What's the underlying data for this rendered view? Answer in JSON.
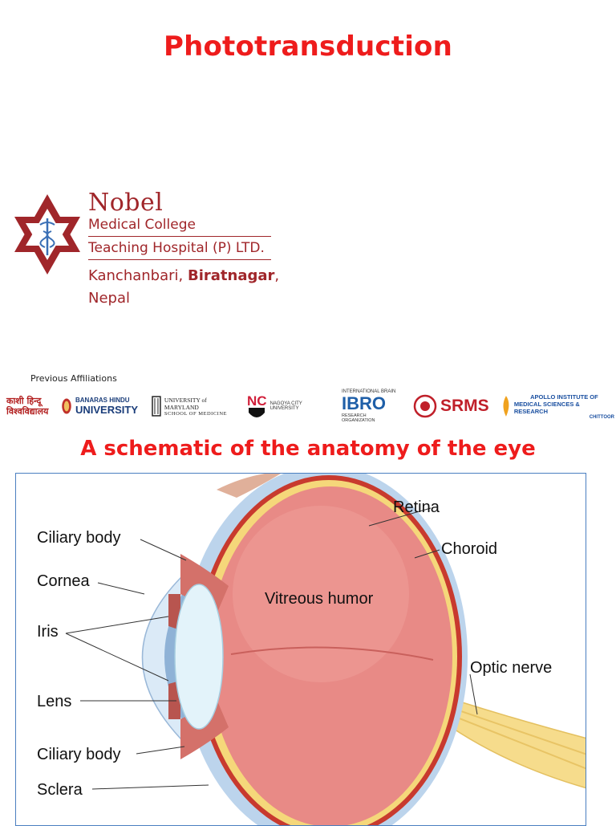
{
  "slide": {
    "title": "Phototransduction",
    "subtitle": "A schematic of the anatomy of the eye"
  },
  "logo": {
    "org_name": "Nobel",
    "line1": "Medical College",
    "line2": "Teaching Hospital (P) LTD.",
    "location_part1": "Kanchanbari, ",
    "location_city": "Biratnagar",
    "location_part2": ",",
    "location_country": "Nepal",
    "icon": "star-caduceus-logo",
    "color": "#a0262a"
  },
  "affiliations": {
    "label": "Previous Affiliations",
    "items": [
      {
        "name": "kashi-hindu",
        "text1": "काशी हिन्दू",
        "text2": "विश्वविद्यालय"
      },
      {
        "name": "banaras-hindu",
        "text1": "BANARAS HINDU",
        "text2": "UNIVERSITY"
      },
      {
        "name": "maryland",
        "text1": "UNIVERSITY of MARYLAND",
        "text2": "SCHOOL OF MEDICINE"
      },
      {
        "name": "nagoya",
        "text1": "NC",
        "text2": "NAGOYA CITY UNIVERSITY"
      },
      {
        "name": "ibro",
        "text1": "INTERNATIONAL BRAIN",
        "text2": "IBRO",
        "text3": "RESEARCH ORGANIZATION"
      },
      {
        "name": "srms",
        "text1": "SRMS"
      },
      {
        "name": "apollo",
        "text1": "APOLLO INSTITUTE OF",
        "text2": "MEDICAL SCIENCES & RESEARCH",
        "text3": "CHITTOOR"
      }
    ]
  },
  "eye_labels": {
    "retina": "Retina",
    "choroid": "Choroid",
    "ciliary_body_top": "Ciliary body",
    "cornea": "Cornea",
    "vitreous": "Vitreous humor",
    "iris": "Iris",
    "optic_nerve": "Optic nerve",
    "lens": "Lens",
    "ciliary_body_bottom": "Ciliary body",
    "sclera": "Sclera"
  },
  "colors": {
    "title_red": "#ee1c1c",
    "frame_blue": "#4a7fc0",
    "eyeball_pink": "#e88a86",
    "retina_yellow": "#f5d77a",
    "choroid_red": "#c83a2e"
  }
}
